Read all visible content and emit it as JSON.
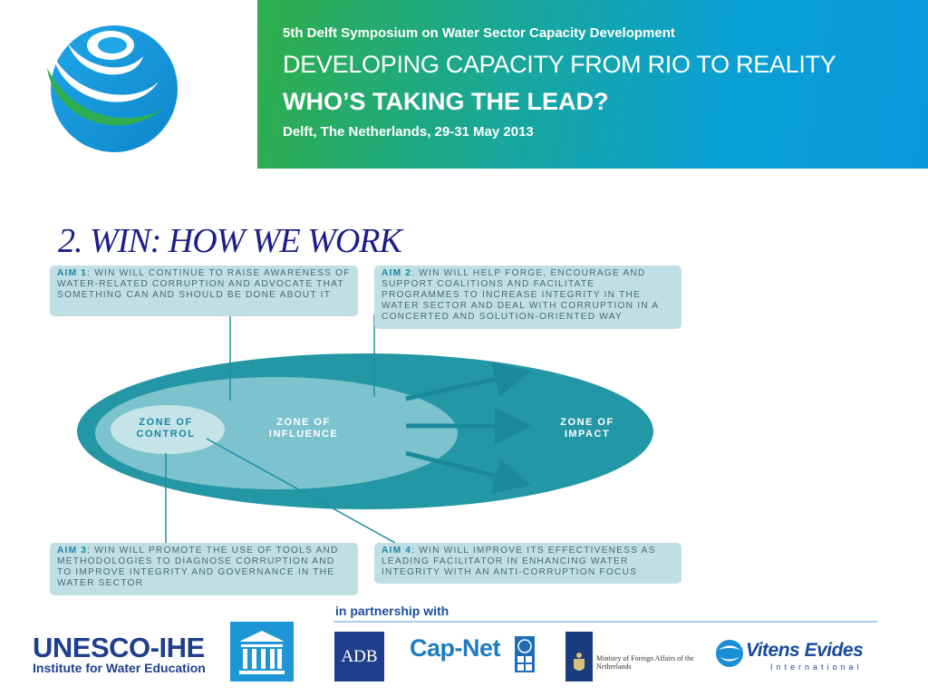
{
  "header": {
    "subtitle": "5th Delft Symposium on Water Sector Capacity Development",
    "headline_1": "DEVELOPING CAPACITY FROM RIO TO REALITY",
    "headline_2": "WHO’S TAKING THE LEAD?",
    "location": "Delft, The Netherlands, 29-31 May 2013",
    "logo_icon": "symposium-swirl-logo"
  },
  "slide": {
    "title": "2. WIN: HOW WE WORK"
  },
  "diagram": {
    "aims": [
      {
        "label": "AIM 1",
        "text": ": WIN WILL CONTINUE TO RAISE AWARENESS OF WATER-RELATED CORRUPTION AND ADVOCATE THAT SOMETHING CAN AND SHOULD BE DONE ABOUT IT"
      },
      {
        "label": "AIM 2",
        "text": ": WIN WILL HELP FORGE, ENCOURAGE AND SUPPORT COALITIONS AND FACILITATE PROGRAMMES TO INCREASE INTEGRITY IN THE WATER SECTOR AND DEAL WITH CORRUPTION IN A CONCERTED AND SOLUTION-ORIENTED WAY"
      },
      {
        "label": "AIM 3",
        "text": ": WIN WILL PROMOTE THE USE OF TOOLS AND METHODOLOGIES TO DIAGNOSE CORRUPTION AND TO IMPROVE INTEGRITY AND GOVERNANCE IN THE WATER SECTOR"
      },
      {
        "label": "AIM 4",
        "text": ": WIN WILL IMPROVE ITS EFFECTIVENESS AS LEADING FACILITATOR IN ENHANCING WATER INTEGRITY WITH AN ANTI-CORRUPTION FOCUS"
      }
    ],
    "zones": {
      "control": "ZONE OF CONTROL",
      "influence": "ZONE OF INFLUENCE",
      "impact": "ZONE OF IMPACT"
    },
    "colors": {
      "outer_ellipse": "#2497a6",
      "middle_ellipse": "#7cc3cd",
      "inner_ellipse": "#c5e4e8",
      "aim_box": "#bfdfe5",
      "connector": "#1f8ea3",
      "arrow": "#1a8a9b"
    }
  },
  "partners": {
    "heading": "in partnership with",
    "unesco_name": "UNESCO-IHE",
    "unesco_tagline": "Institute for Water Education",
    "adb": "ADB",
    "capnet": "Cap-Net",
    "mfa": "Ministry of Foreign Affairs of the Netherlands",
    "vitens_name": "Vitens Evides",
    "vitens_sub": "International",
    "icons": [
      "unesco-temple-icon",
      "un-emblem-icon",
      "dutch-coat-of-arms-icon",
      "vitens-globe-icon"
    ]
  }
}
